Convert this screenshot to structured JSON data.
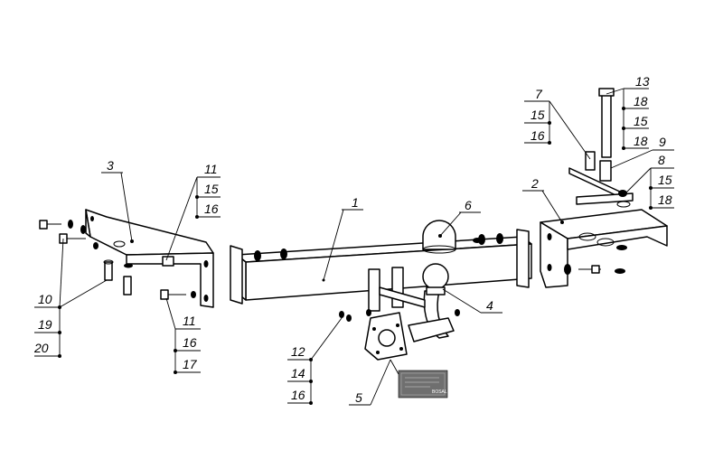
{
  "diagram": {
    "callouts": {
      "c1": "1",
      "c2": "2",
      "c3": "3",
      "c4": "4",
      "c5": "5",
      "c6": "6",
      "c7": [
        "7",
        "15",
        "16"
      ],
      "c8": [
        "8",
        "15",
        "18"
      ],
      "c9": "9",
      "c10": [
        "10",
        "19",
        "20"
      ],
      "c11_top": [
        "11",
        "15",
        "16"
      ],
      "c11_bottom": [
        "11",
        "16",
        "17"
      ],
      "c12": [
        "12",
        "14",
        "16"
      ],
      "c13": [
        "13",
        "18",
        "15",
        "18"
      ]
    },
    "plate": {
      "brand": "BOSAL"
    },
    "colors": {
      "line": "#000000",
      "background": "#ffffff",
      "plate": "#6f6f6f"
    }
  }
}
